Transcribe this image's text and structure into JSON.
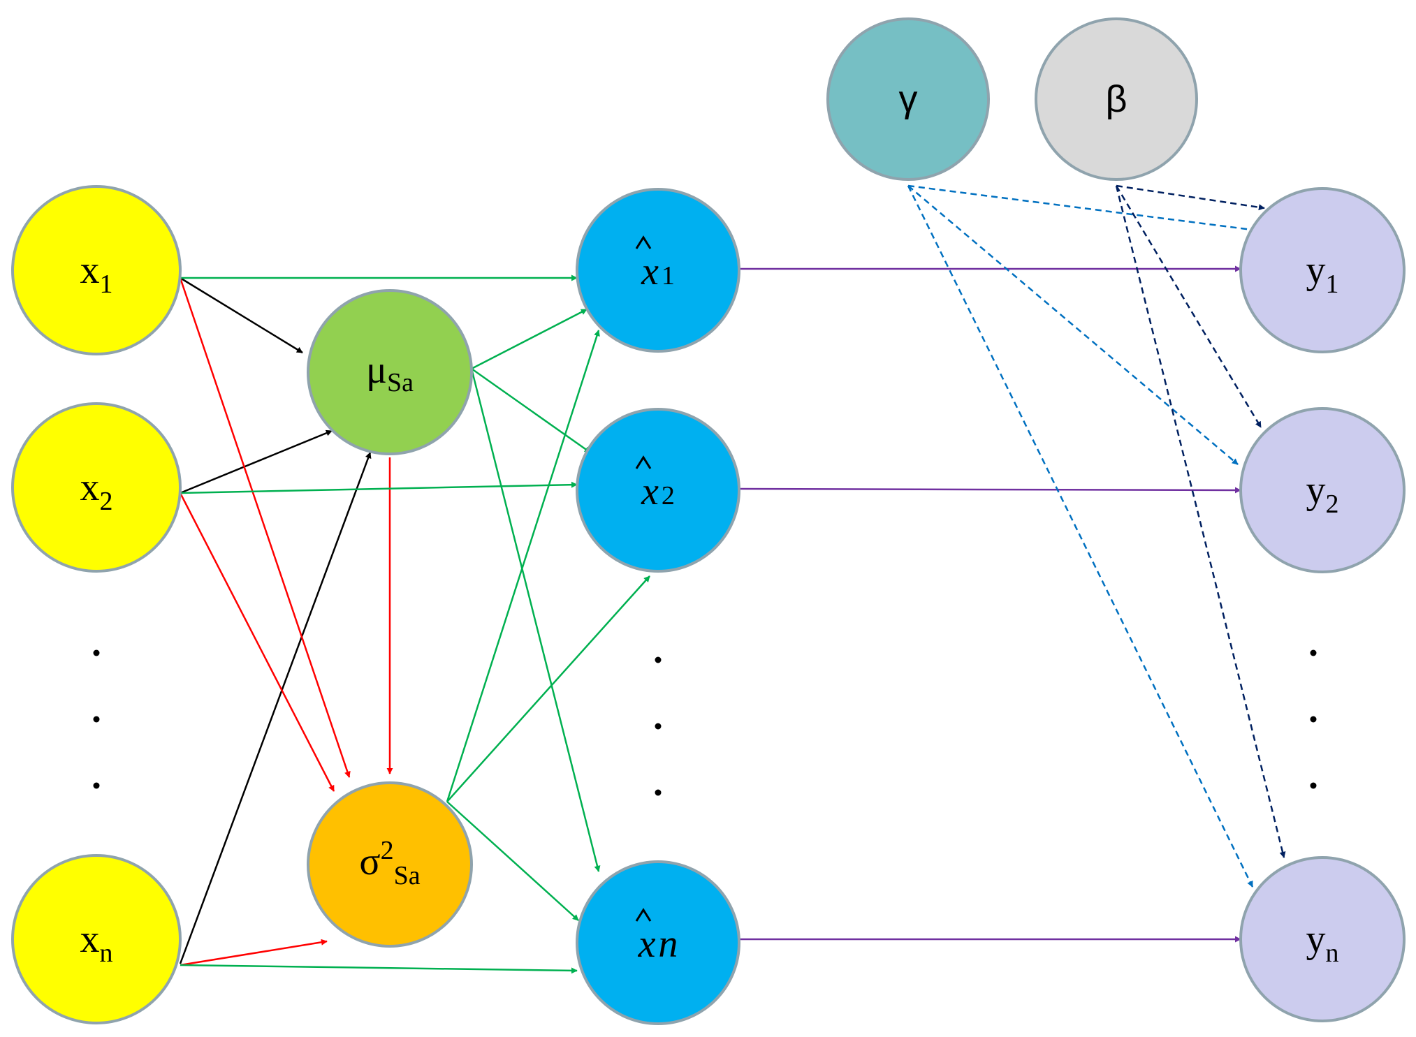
{
  "nodes": {
    "x1": {
      "base": "x",
      "sub": "1"
    },
    "x2": {
      "base": "x",
      "sub": "2"
    },
    "xn": {
      "base": "x",
      "sub": "n"
    },
    "mu": {
      "base": "μ",
      "sub": "Sa"
    },
    "sigma": {
      "base": "σ",
      "sup": "2",
      "sub": "Sa"
    },
    "xh1": {
      "base": "x",
      "sub": "1"
    },
    "xh2": {
      "base": "x",
      "sub": "2"
    },
    "xhn": {
      "base": "x",
      "sub": "n"
    },
    "gamma": {
      "base": "γ"
    },
    "beta": {
      "base": "β"
    },
    "y1": {
      "base": "y",
      "sub": "1"
    },
    "y2": {
      "base": "y",
      "sub": "2"
    },
    "yn": {
      "base": "y",
      "sub": "n"
    }
  },
  "colors": {
    "input": "#ffff00",
    "mean": "#92d050",
    "variance": "#ffc000",
    "normalized": "#00b0f0",
    "gamma": "#76bfc4",
    "beta": "#d9d9d9",
    "output": "#ccccee",
    "node_stroke": "#8fa3ad",
    "edge_black": "#000000",
    "edge_red": "#ff0000",
    "edge_green": "#00b050",
    "edge_purple": "#7030a0",
    "edge_gamma": "#0070c0",
    "edge_beta": "#002060"
  },
  "ellipsis": "·"
}
